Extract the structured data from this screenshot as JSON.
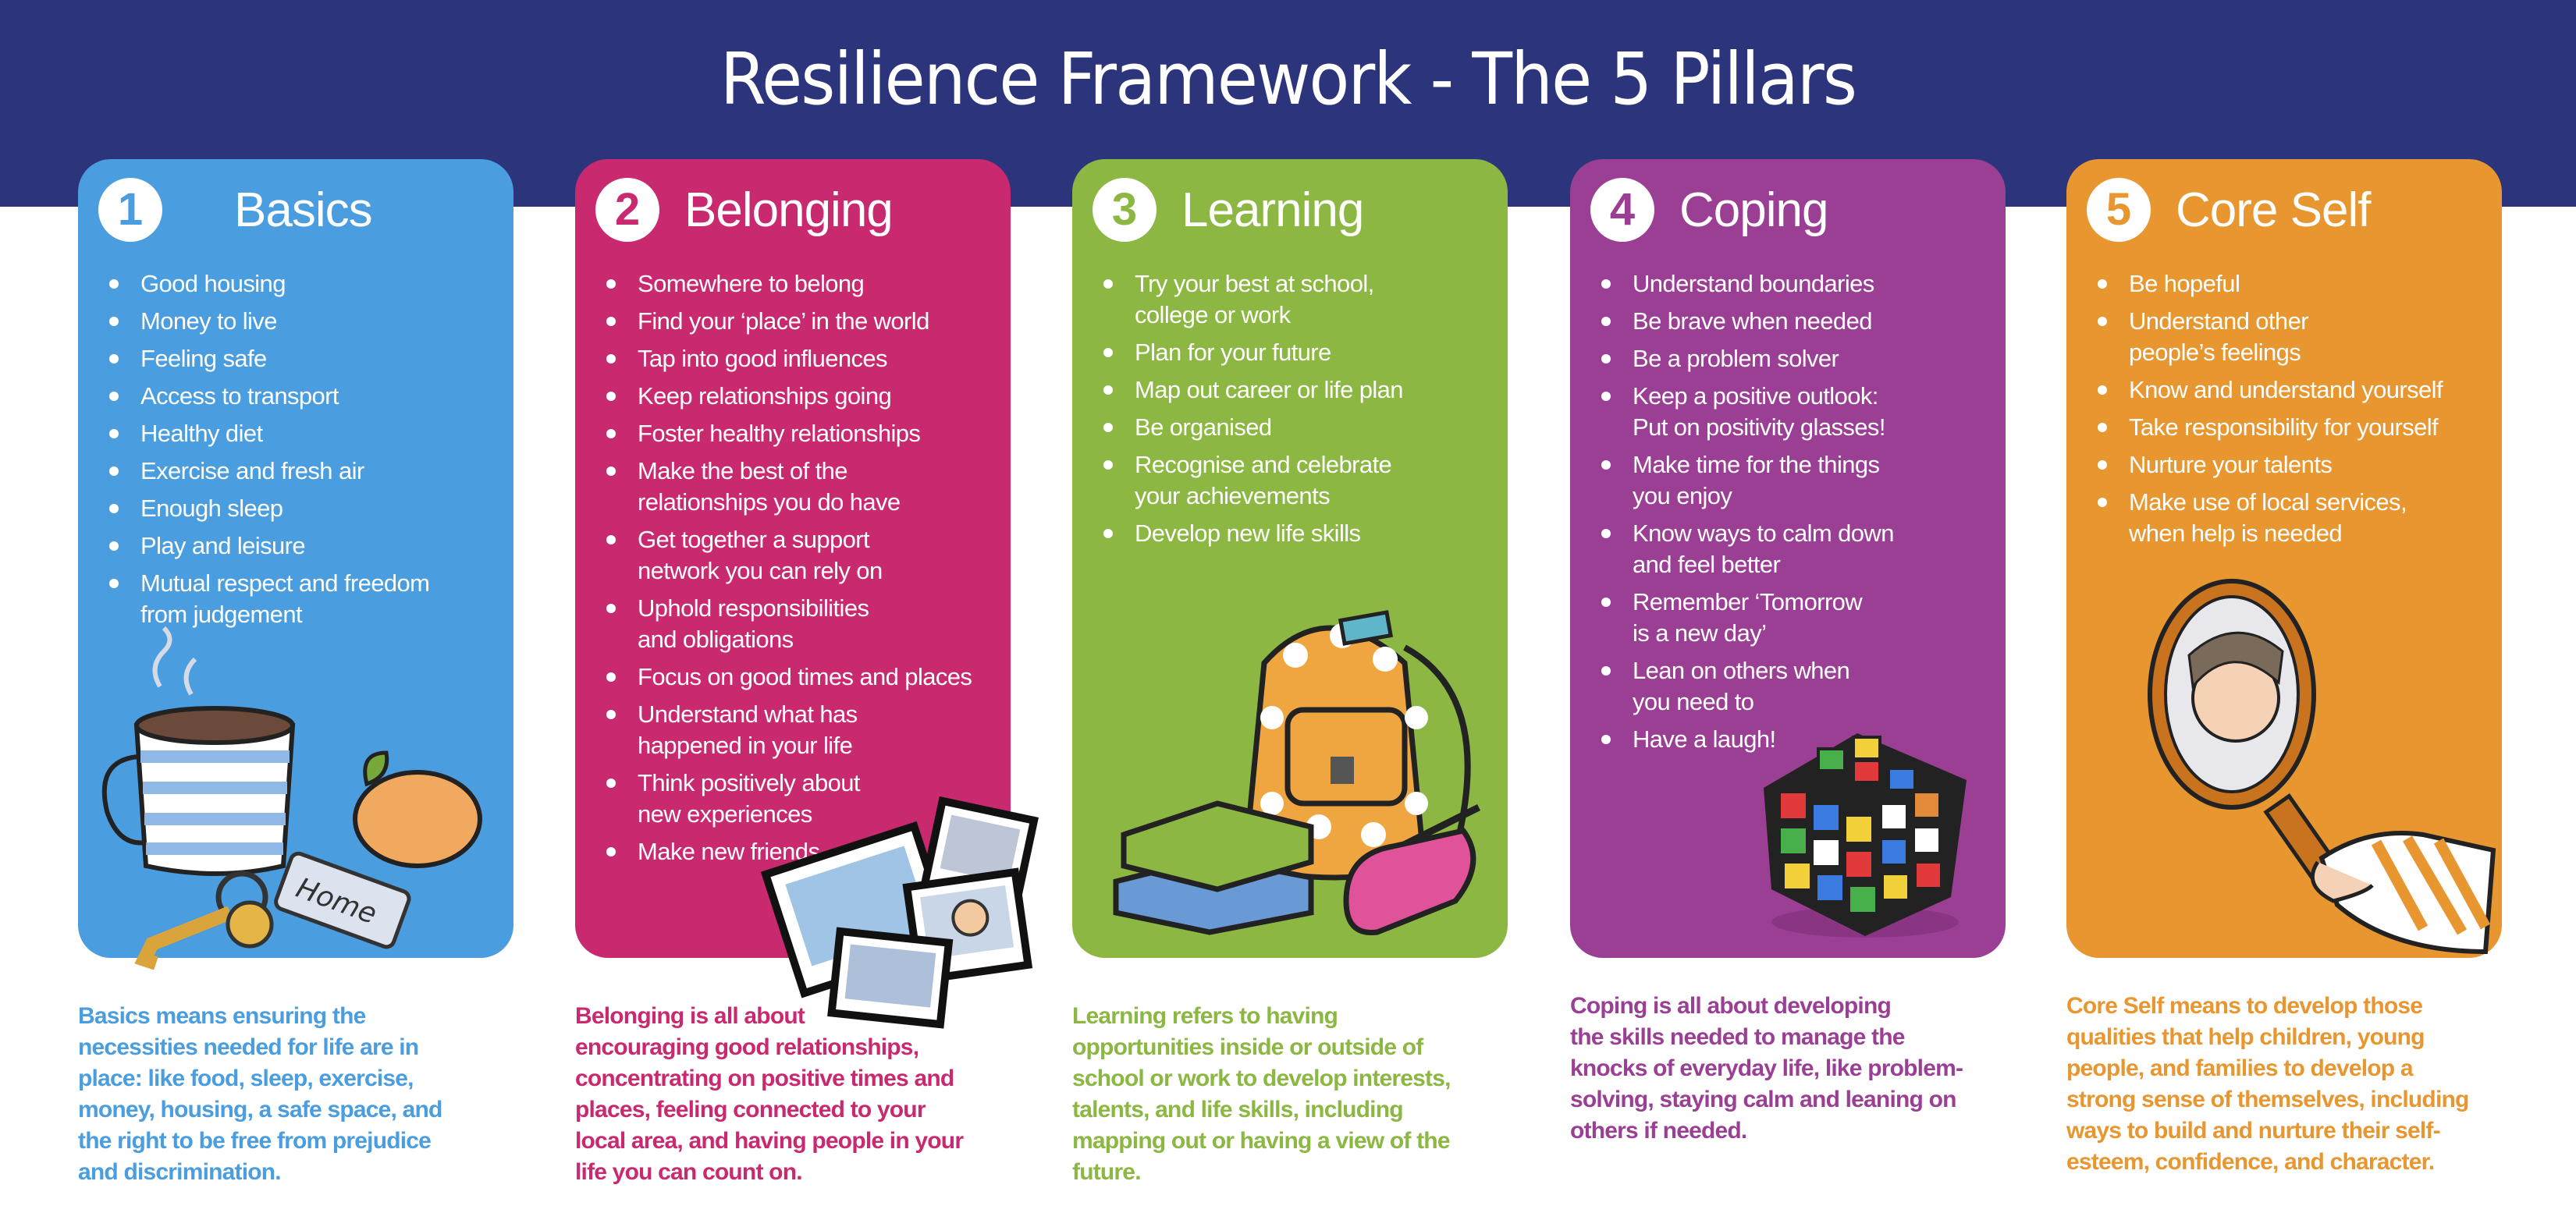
{
  "title": "Resilience Framework - The 5 Pillars",
  "colors": {
    "header": "#2c347b",
    "basics": "#4a9ddf",
    "belonging": "#c9296f",
    "learning": "#8bb742",
    "coping": "#9b3f94",
    "core_self": "#e8962f"
  },
  "pillars": [
    {
      "number": "1",
      "title": "Basics",
      "color": "#4a9ddf",
      "illustration": "mug-keys-peach",
      "items": [
        "Good housing",
        "Money to live",
        "Feeling safe",
        "Access to transport",
        "Healthy diet",
        "Exercise and fresh air",
        "Enough sleep",
        "Play and leisure",
        "Mutual respect and freedom\nfrom judgement"
      ],
      "tag_text": "Home",
      "description": "Basics means ensuring the\nnecessities needed for life are in\nplace: like food, sleep, exercise,\nmoney, housing, a safe space, and\nthe right to be free from prejudice\nand discrimination."
    },
    {
      "number": "2",
      "title": "Belonging",
      "color": "#c9296f",
      "illustration": "photographs",
      "items": [
        "Somewhere to belong",
        "Find your ‘place’ in the world",
        "Tap into good influences",
        "Keep relationships going",
        "Foster healthy relationships",
        "Make the best of the\nrelationships you do have",
        "Get together a support\nnetwork you can rely on",
        "Uphold responsibilities\nand obligations",
        "Focus on good times and places",
        "Understand what has\nhappened in your life",
        "Think positively about\nnew experiences",
        "Make new friends"
      ],
      "description": "Belonging is all about\nencouraging good relationships,\nconcentrating on positive times and\nplaces, feeling connected to your\nlocal area, and having people in your\nlife you can count on."
    },
    {
      "number": "3",
      "title": "Learning",
      "color": "#8bb742",
      "illustration": "backpack-books-pencilcase",
      "items": [
        "Try your best at school,\ncollege or work",
        "Plan for your future",
        "Map out career or life plan",
        "Be organised",
        "Recognise and celebrate\nyour achievements",
        "Develop new life skills"
      ],
      "description": "Learning refers to having\nopportunities inside or outside of\nschool or work to develop interests,\ntalents, and life skills, including\nmapping out or having a view of the\nfuture."
    },
    {
      "number": "4",
      "title": "Coping",
      "color": "#9b3f94",
      "illustration": "rubiks-cube",
      "items": [
        "Understand boundaries",
        "Be brave when needed",
        "Be a problem solver",
        "Keep a positive outlook:\nPut on positivity glasses!",
        "Make time for the things\nyou enjoy",
        "Know ways to calm down\nand feel better",
        "Remember ‘Tomorrow\n is a new day’",
        "Lean on others when\nyou need to",
        "Have a laugh!"
      ],
      "description": "Coping is all about developing\nthe skills needed to manage the\nknocks of everyday life, like problem-\nsolving, staying calm and leaning on\nothers if needed."
    },
    {
      "number": "5",
      "title": "Core Self",
      "color": "#e8962f",
      "illustration": "hand-mirror",
      "items": [
        "Be hopeful",
        "Understand other\npeople’s feelings",
        "Know and understand yourself",
        "Take responsibility for yourself",
        "Nurture your talents",
        "Make use of local services,\nwhen help is needed"
      ],
      "description": "Core Self means to develop those\nqualities that help children, young\npeople, and families to develop a\nstrong sense of themselves, including\nways to build and nurture their self-\nesteem, confidence, and character."
    }
  ]
}
